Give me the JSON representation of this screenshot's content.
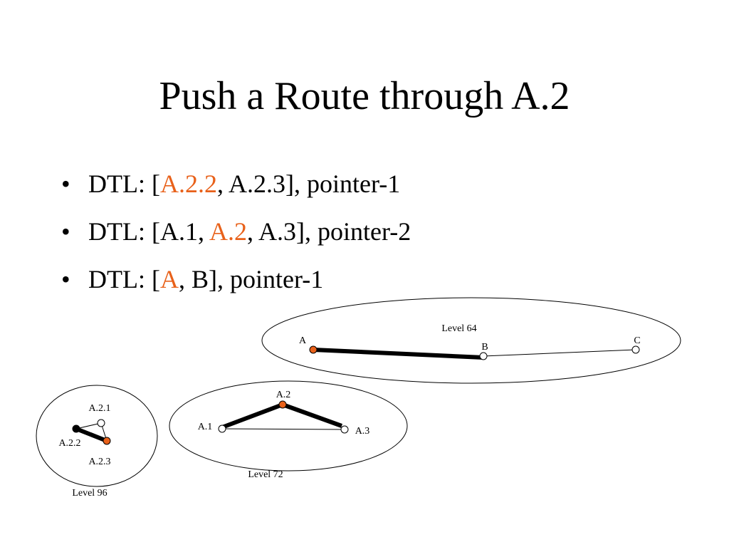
{
  "title": "Push a Route through A.2",
  "bullets": [
    {
      "prefix": "DTL: [",
      "highlight": "A.2.2",
      "suffix": ", A.2.3], pointer-1"
    },
    {
      "prefix": "DTL: [A.1, ",
      "highlight": "A.2",
      "suffix": ", A.3], pointer-2"
    },
    {
      "prefix": "DTL: [",
      "highlight": "A",
      "suffix": ", B], pointer-1"
    }
  ],
  "bullet_glyph": "•",
  "colors": {
    "highlight": "#e8611a",
    "text": "#000000",
    "background": "#ffffff"
  },
  "diagram": {
    "level64": {
      "label": "Level 64",
      "nodes": {
        "a": "A",
        "b": "B",
        "c": "C"
      }
    },
    "level72": {
      "label": "Level 72",
      "nodes": {
        "a1": "A.1",
        "a2": "A.2",
        "a3": "A.3"
      }
    },
    "level96": {
      "label": "Level 96",
      "nodes": {
        "a21": "A.2.1",
        "a22": "A.2.2",
        "a23": "A.2.3"
      }
    }
  }
}
